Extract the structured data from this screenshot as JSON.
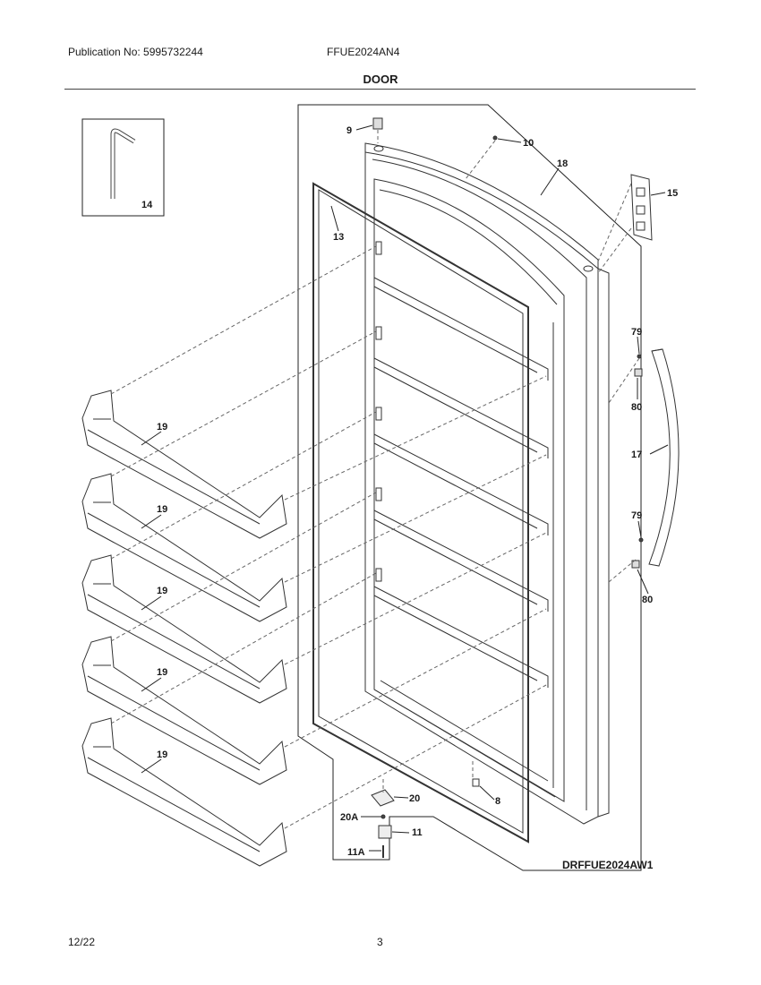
{
  "header": {
    "publication": "Publication No: 5995732244",
    "model": "FFUE2024AN4",
    "title": "DOOR"
  },
  "footer": {
    "date": "12/22",
    "page": "3",
    "reference": "DRFFUE2024AW1"
  },
  "callouts": {
    "p9": "9",
    "p10": "10",
    "p18": "18",
    "p15": "15",
    "p14": "14",
    "p13": "13",
    "p79a": "79",
    "p80a": "80",
    "p17": "17",
    "p79b": "79",
    "p80b": "80",
    "p19a": "19",
    "p19b": "19",
    "p19c": "19",
    "p19d": "19",
    "p19e": "19",
    "p8": "8",
    "p20": "20",
    "p20A": "20A",
    "p11": "11",
    "p11A": "11A"
  }
}
